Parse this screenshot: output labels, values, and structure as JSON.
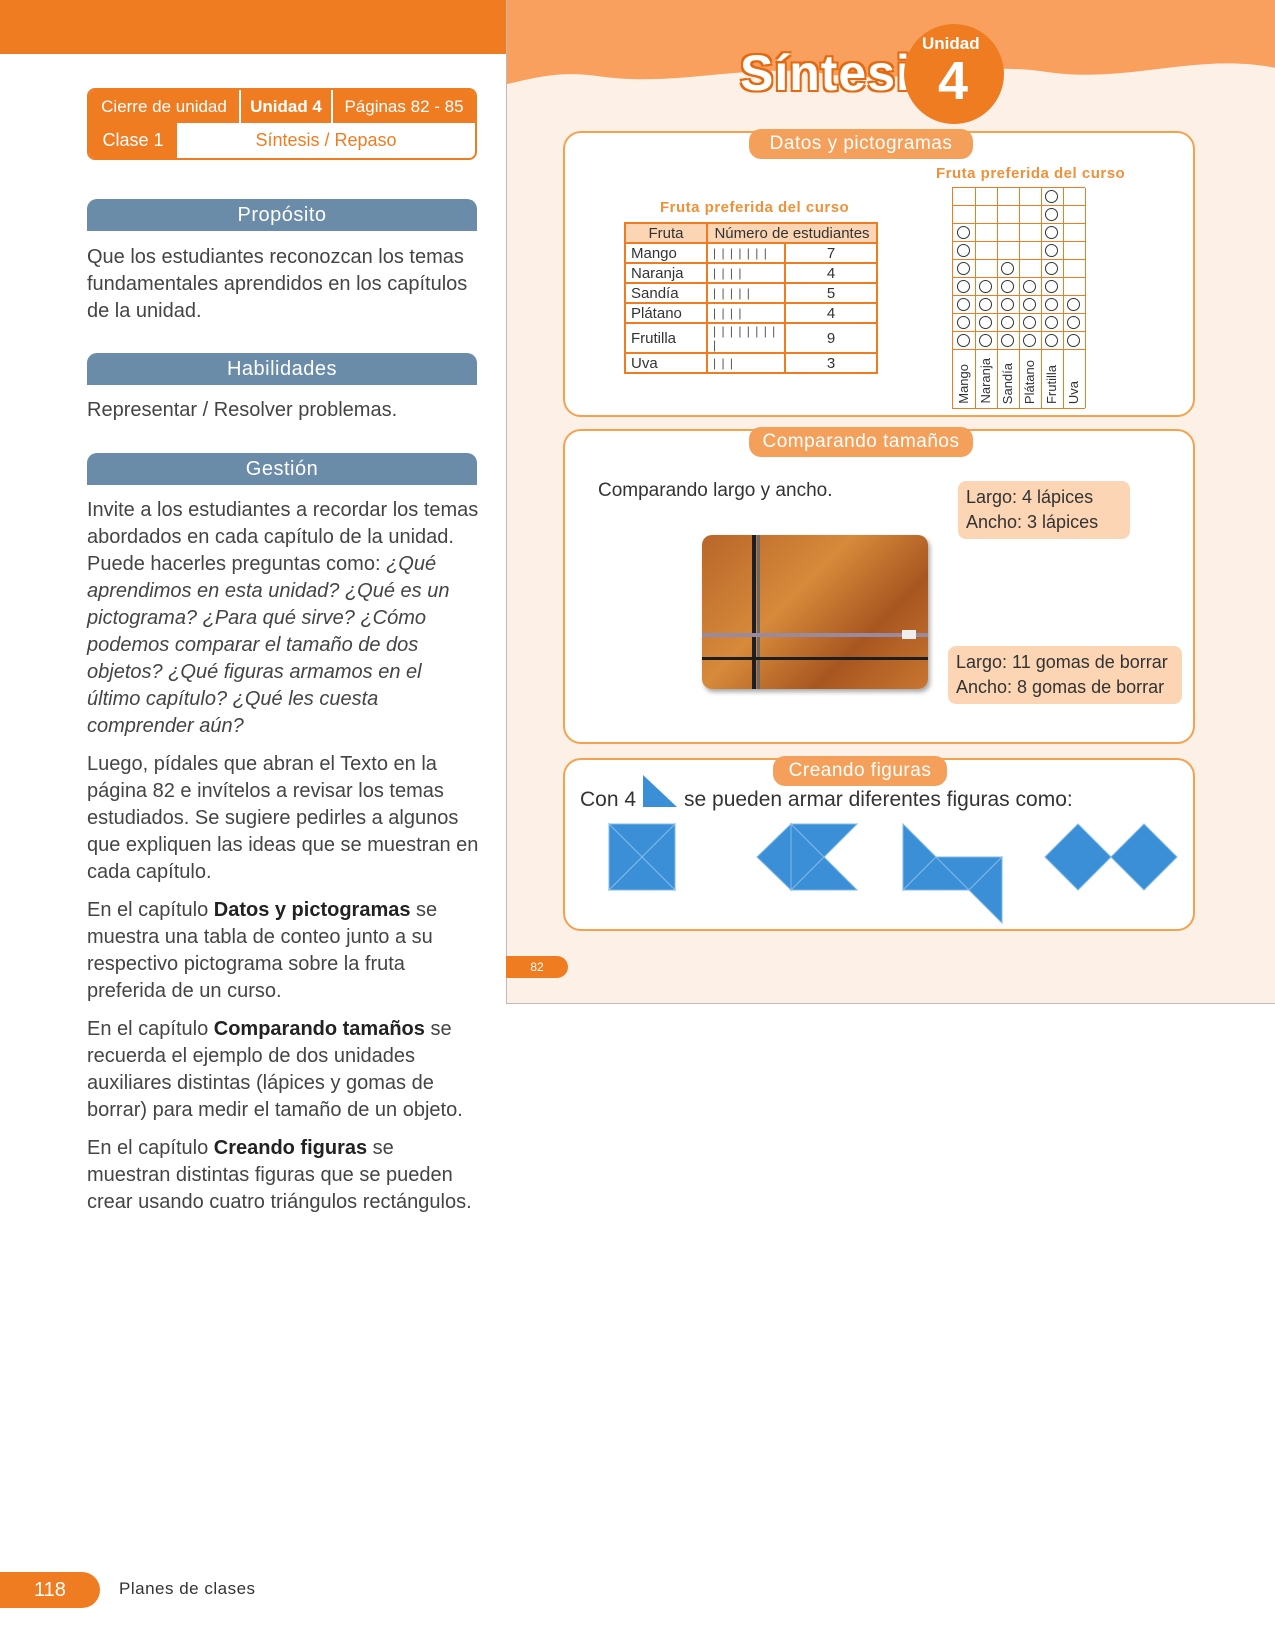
{
  "header": {
    "closing": "Cierre de unidad",
    "unit": "Unidad 4",
    "pages": "Páginas 82 - 85",
    "class": "Clase 1",
    "topic": "Síntesis / Repaso"
  },
  "sections": {
    "purpose_title": "Propósito",
    "purpose_text": "Que los estudiantes reconozcan los temas fundamentales aprendidos en los capítulos de la unidad.",
    "skills_title": "Habilidades",
    "skills_text": "Representar / Resolver problemas.",
    "management_title": "Gestión",
    "mgmt_p1_start": "Invite a los estudiantes a recordar los temas abordados en cada capítulo de la unidad. Puede hacerles preguntas como: ",
    "mgmt_p1_italic": "¿Qué aprendimos en esta unidad? ¿Qué es un pictograma? ¿Para qué sirve? ¿Cómo podemos comparar el tamaño de dos objetos? ¿Qué figuras armamos en el último capítulo? ¿Qué les cuesta comprender aún?",
    "mgmt_p2": "Luego, pídales que abran el Texto en la página 82 e invítelos a revisar los temas estudiados. Se sugiere pedirles a algunos que expliquen las ideas que se muestran en cada capítulo.",
    "mgmt_p3_a": "En el capítulo ",
    "mgmt_p3_b": "Datos y pictogramas",
    "mgmt_p3_c": " se muestra una tabla de conteo junto a su respectivo pictograma sobre la fruta preferida de un curso.",
    "mgmt_p4_a": "En el capítulo ",
    "mgmt_p4_b": "Comparando tamaños",
    "mgmt_p4_c": " se recuerda el ejemplo de dos unidades auxiliares distintas (lápices y gomas de borrar) para medir el tamaño de un objeto.",
    "mgmt_p5_a": "En el capítulo ",
    "mgmt_p5_b": "Creando figuras",
    "mgmt_p5_c": " se muestran distintas figuras que se pueden crear usando cuatro triángulos rectángulos."
  },
  "page": {
    "title": "Síntesis",
    "unit_label": "Unidad",
    "unit_number": "4",
    "page_number": "82"
  },
  "data_section": {
    "label": "Datos y pictogramas",
    "table_title": "Fruta preferida del curso",
    "picto_title": "Fruta preferida del curso",
    "col_fruit": "Fruta",
    "col_count": "Número de estudiantes",
    "rows": [
      {
        "fruit": "Mango",
        "tally": "| | | | | | |",
        "count": "7"
      },
      {
        "fruit": "Naranja",
        "tally": "| | | |",
        "count": "4"
      },
      {
        "fruit": "Sandía",
        "tally": "| | | | |",
        "count": "5"
      },
      {
        "fruit": "Plátano",
        "tally": "| | | |",
        "count": "4"
      },
      {
        "fruit": "Frutilla",
        "tally": "| | | | | | | | |",
        "count": "9"
      },
      {
        "fruit": "Uva",
        "tally": "| | |",
        "count": "3"
      }
    ]
  },
  "compare_section": {
    "label": "Comparando tamaños",
    "intro": "Comparando largo y ancho.",
    "pencils_long": "Largo: 4 lápices",
    "pencils_wide": "Ancho: 3 lápices",
    "erasers_long": "Largo: 11 gomas de borrar",
    "erasers_wide": "Ancho: 8 gomas de borrar"
  },
  "shapes_section": {
    "label": "Creando figuras",
    "text_a": "Con 4",
    "text_b": "se pueden armar diferentes figuras como:",
    "shape_color": "#3b8fd6"
  },
  "footer": {
    "number": "118",
    "text": "Planes de clases"
  },
  "colors": {
    "accent": "#f07c22",
    "section_header": "#6a8ca8",
    "panel_bg": "#fdf0e6"
  }
}
